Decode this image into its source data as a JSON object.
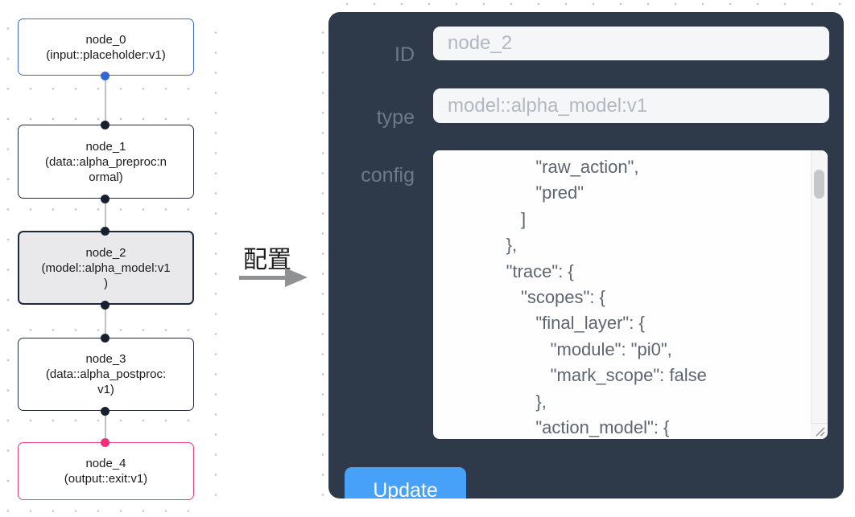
{
  "flow": {
    "nodes": [
      {
        "id": "node_0",
        "lines": [
          "node_0",
          "(input::placeholder:v1)"
        ]
      },
      {
        "id": "node_1",
        "lines": [
          "node_1",
          "(data::alpha_preproc:n",
          "ormal)"
        ]
      },
      {
        "id": "node_2",
        "lines": [
          "node_2",
          "(model::alpha_model:v1",
          ")"
        ],
        "selected": true
      },
      {
        "id": "node_3",
        "lines": [
          "node_3",
          "(data::alpha_postproc:",
          "v1)"
        ]
      },
      {
        "id": "node_4",
        "lines": [
          "node_4",
          "(output::exit:v1)"
        ]
      }
    ]
  },
  "transition": {
    "label": "配置"
  },
  "panel": {
    "fields": {
      "id": {
        "label": "ID",
        "value": "node_2"
      },
      "type": {
        "label": "type",
        "value": "model::alpha_model:v1"
      },
      "config": {
        "label": "config"
      }
    },
    "config_text": "            \"raw_action\",\n            \"pred\"\n         ]\n      },\n      \"trace\": {\n         \"scopes\": {\n            \"final_layer\": {\n               \"module\": \"pi0\",\n               \"mark_scope\": false\n            },\n            \"action_model\": {",
    "update_label": "Update"
  },
  "colors": {
    "panel_bg": "#2e394a",
    "input_bg": "#f5f6f8",
    "button_blue": "#47a1f8",
    "input_node_border": "#3c6ad0",
    "output_node_border": "#ee3c78",
    "default_node_border": "#212b3d",
    "selected_node_bg": "#e9e9ec",
    "input_handle_blue": "#2d68d8",
    "output_handle_pink": "#f1307a",
    "edge_gray": "#c0c0c0"
  }
}
